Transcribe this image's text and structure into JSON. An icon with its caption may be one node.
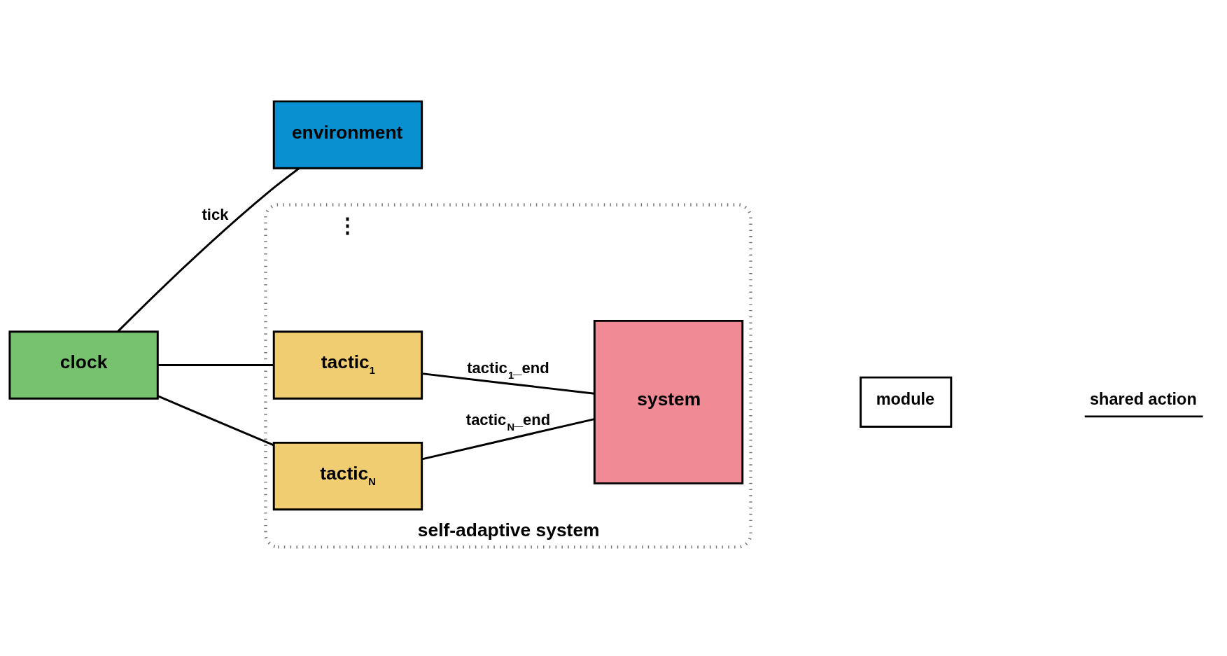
{
  "diagram": {
    "nodes": [
      {
        "text": [
          "clock"
        ]
      },
      {
        "text": [
          "environment"
        ]
      },
      {
        "text": [
          "self-adaptive system"
        ]
      },
      {
        "text": [
          "tactic$_{1}$"
        ],
        "in": 2
      },
      {
        "text": [
          "tactic$_{N}$"
        ],
        "in": 2
      },
      {
        "text": [
          "system"
        ],
        "in": 2
      }
    ],
    "edges": [
      {
        "from": 0,
        "to": 1,
        "arrow": "none",
        "label": "tick"
      },
      {
        "from": 0,
        "to": 3,
        "arrow": "none"
      },
      {
        "from": 0,
        "to": 4,
        "arrow": "none"
      },
      {
        "from": 3,
        "to": 5,
        "arrow": "none",
        "label": "tactic$_{1}$_end"
      },
      {
        "from": 4,
        "to": 5,
        "arrow": "none",
        "label": "tactic$_{N}$_end"
      }
    ],
    "labels": [
      "⋮"
    ],
    "legend": [
      {
        "text": "module"
      },
      {
        "text": "shared action"
      }
    ]
  }
}
